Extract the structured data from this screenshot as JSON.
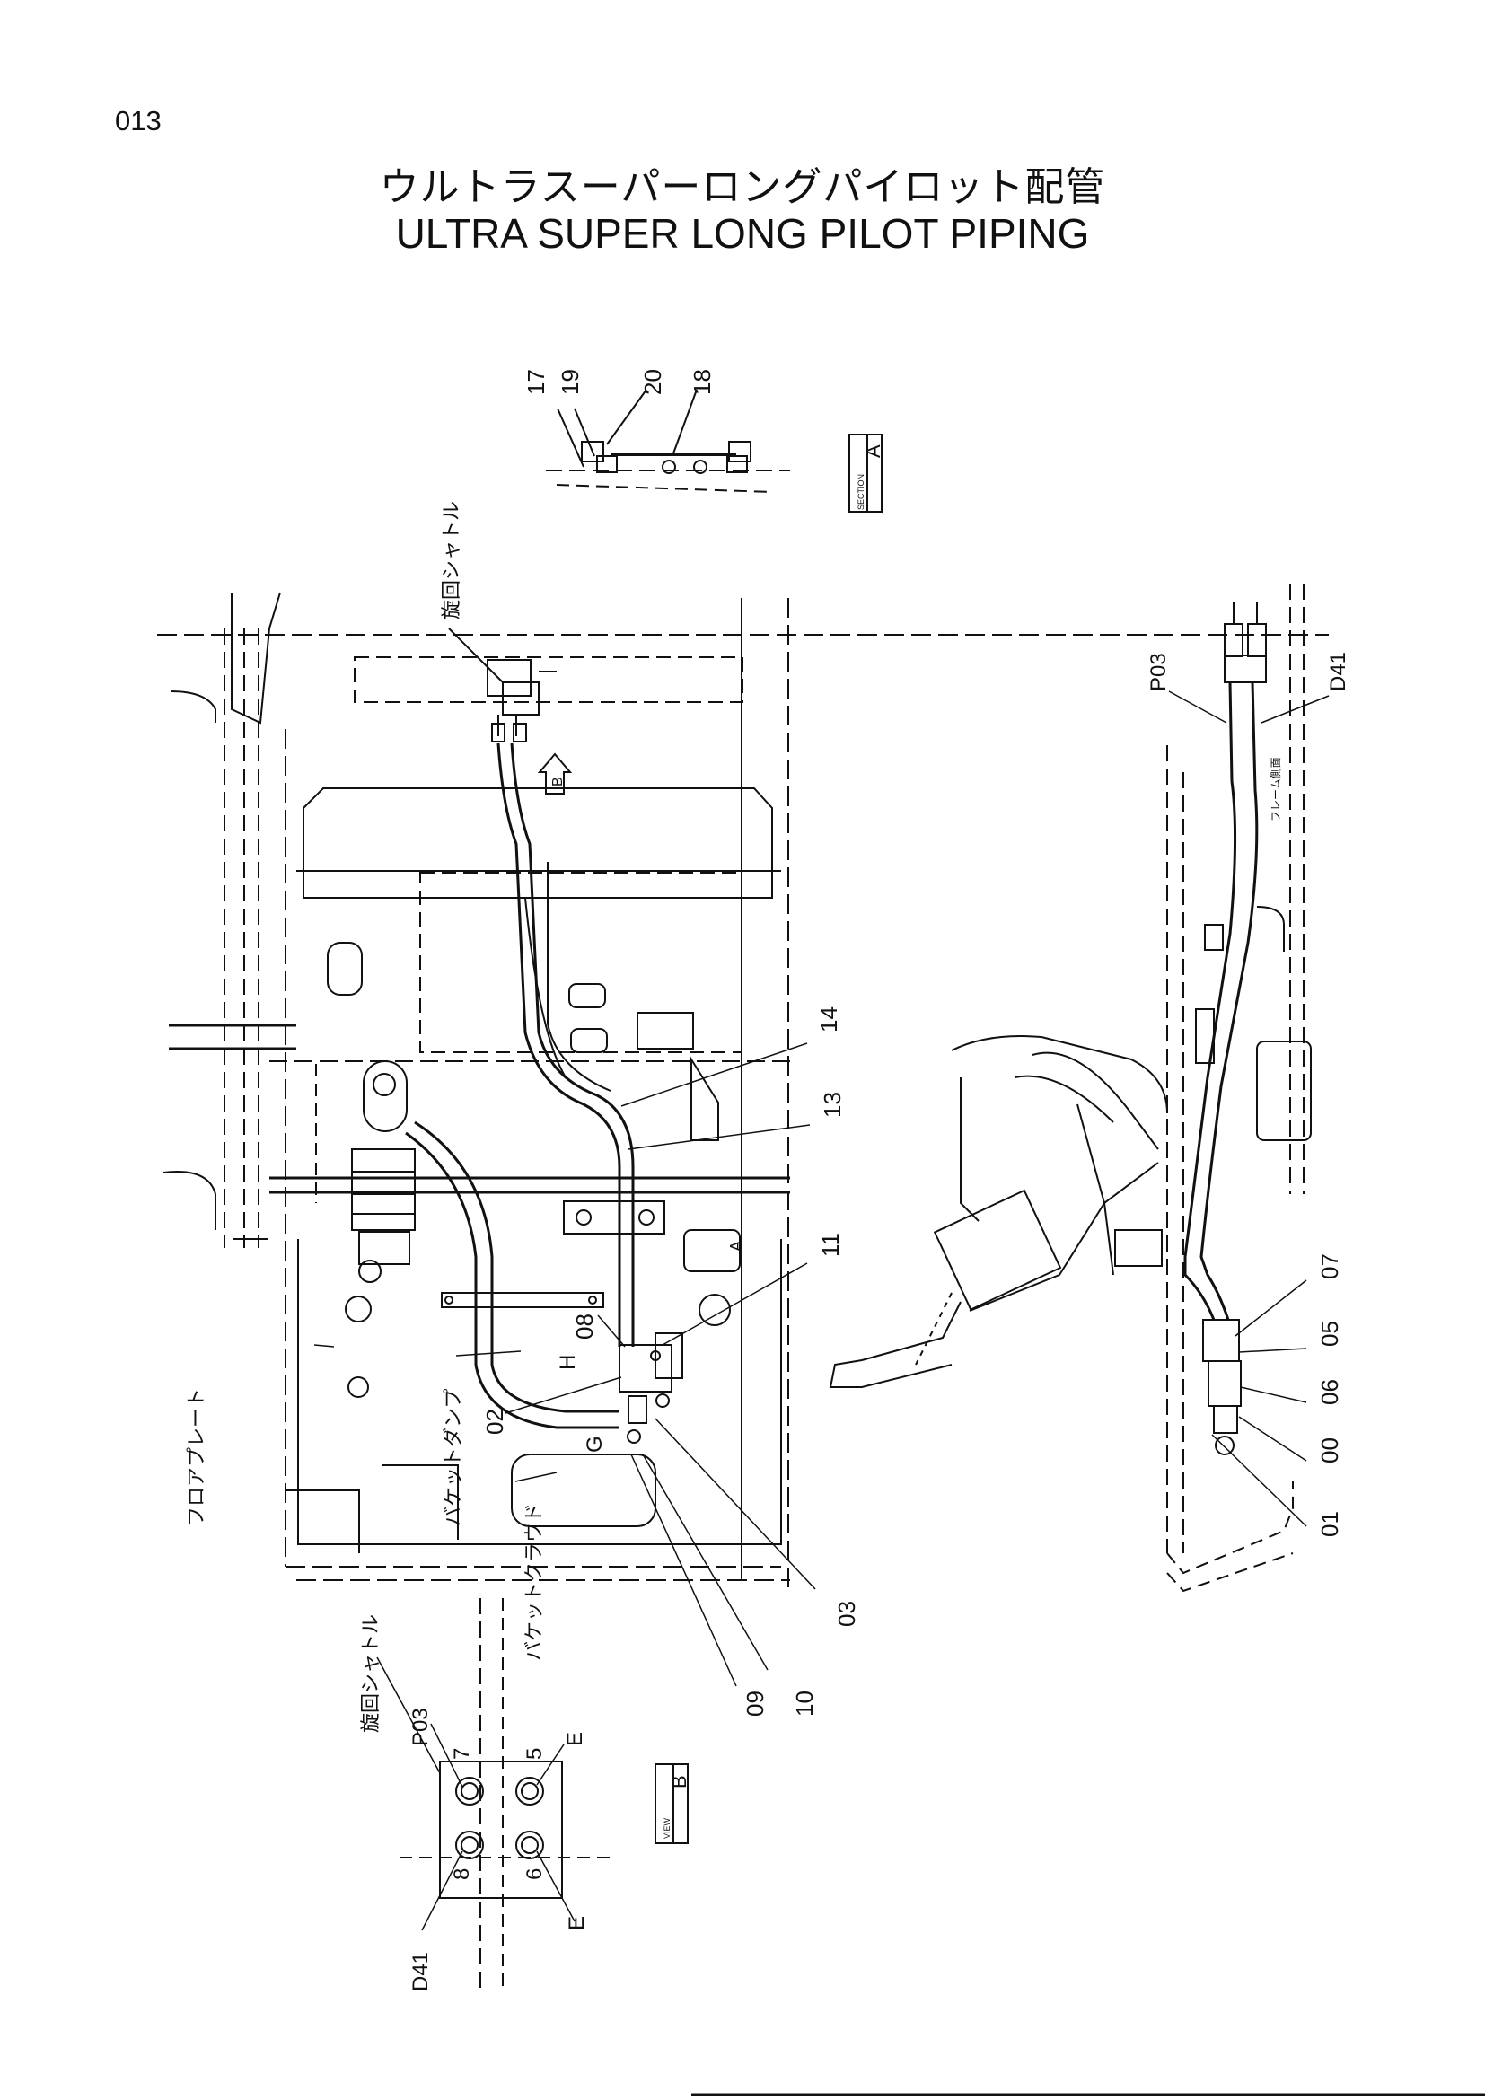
{
  "page": {
    "number": "013",
    "title_jp": "ウルトラスーパーロングパイロット配管",
    "title_en": "ULTRA SUPER LONG PILOT PIPING"
  },
  "callouts": {
    "c17": "17",
    "c19": "19",
    "c20": "20",
    "c18": "18",
    "c14": "14",
    "c13": "13",
    "c11": "11",
    "c08": "08",
    "c02": "02",
    "c03": "03",
    "c09": "09",
    "c10": "10",
    "c07": "07",
    "c05": "05",
    "c06": "06",
    "c00": "00",
    "c01": "01"
  },
  "view_labels": {
    "section_a": "A",
    "section_a_small": "SECTION",
    "view_b": "B",
    "view_b_small": "VIEW"
  },
  "port_labels": {
    "p03_top": "P03",
    "d41_top": "D41",
    "p03_view": "P03",
    "d41_view": "D41",
    "e_upper": "E",
    "e_lower": "E",
    "p7": "7",
    "p5": "5",
    "p8": "8",
    "p6": "6",
    "h_mark": "H",
    "g_mark": "G",
    "b_arrow": "B",
    "a_arrow": "A"
  },
  "jp_labels": {
    "swing_shuttle_top": "旋回シャトル",
    "swing_shuttle_view": "旋回シャトル",
    "floor_plate": "フロアプレート",
    "bucket_dump": "バケットダンプ",
    "bucket_crowd": "バケットクラウド",
    "frame_note": "フレーム側面"
  }
}
